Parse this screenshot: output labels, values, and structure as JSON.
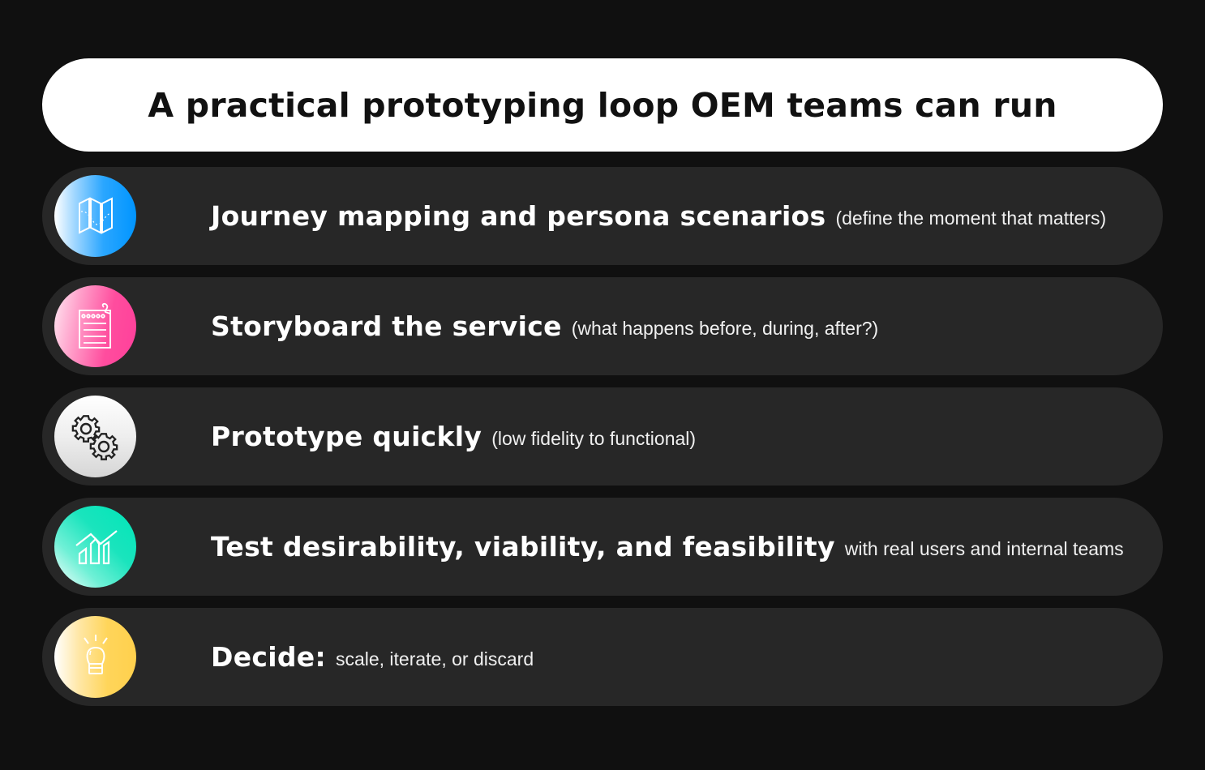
{
  "title": "A practical prototyping loop OEM teams can run",
  "colors": {
    "background": "#101010",
    "title_pill": "#ffffff",
    "row_background": "#272727",
    "icon_blue": "#0095ff",
    "icon_pink": "#ff3f9a",
    "icon_gray": "#d9d9d9",
    "icon_teal": "#00e0b8",
    "icon_yellow": "#ffd04d"
  },
  "steps": [
    {
      "icon": "map-icon",
      "heading": "Journey mapping and persona scenarios",
      "detail": "(define the moment that matters)"
    },
    {
      "icon": "storyboard-notepad-icon",
      "heading": "Storyboard the service",
      "detail": "(what happens before, during, after?)"
    },
    {
      "icon": "gears-icon",
      "heading": "Prototype quickly",
      "detail": "(low fidelity to functional)"
    },
    {
      "icon": "growth-chart-icon",
      "heading": "Test desirability, viability, and feasibility",
      "detail": "with real users and internal teams"
    },
    {
      "icon": "lightbulb-icon",
      "heading": "Decide:",
      "detail": "scale, iterate, or discard"
    }
  ]
}
